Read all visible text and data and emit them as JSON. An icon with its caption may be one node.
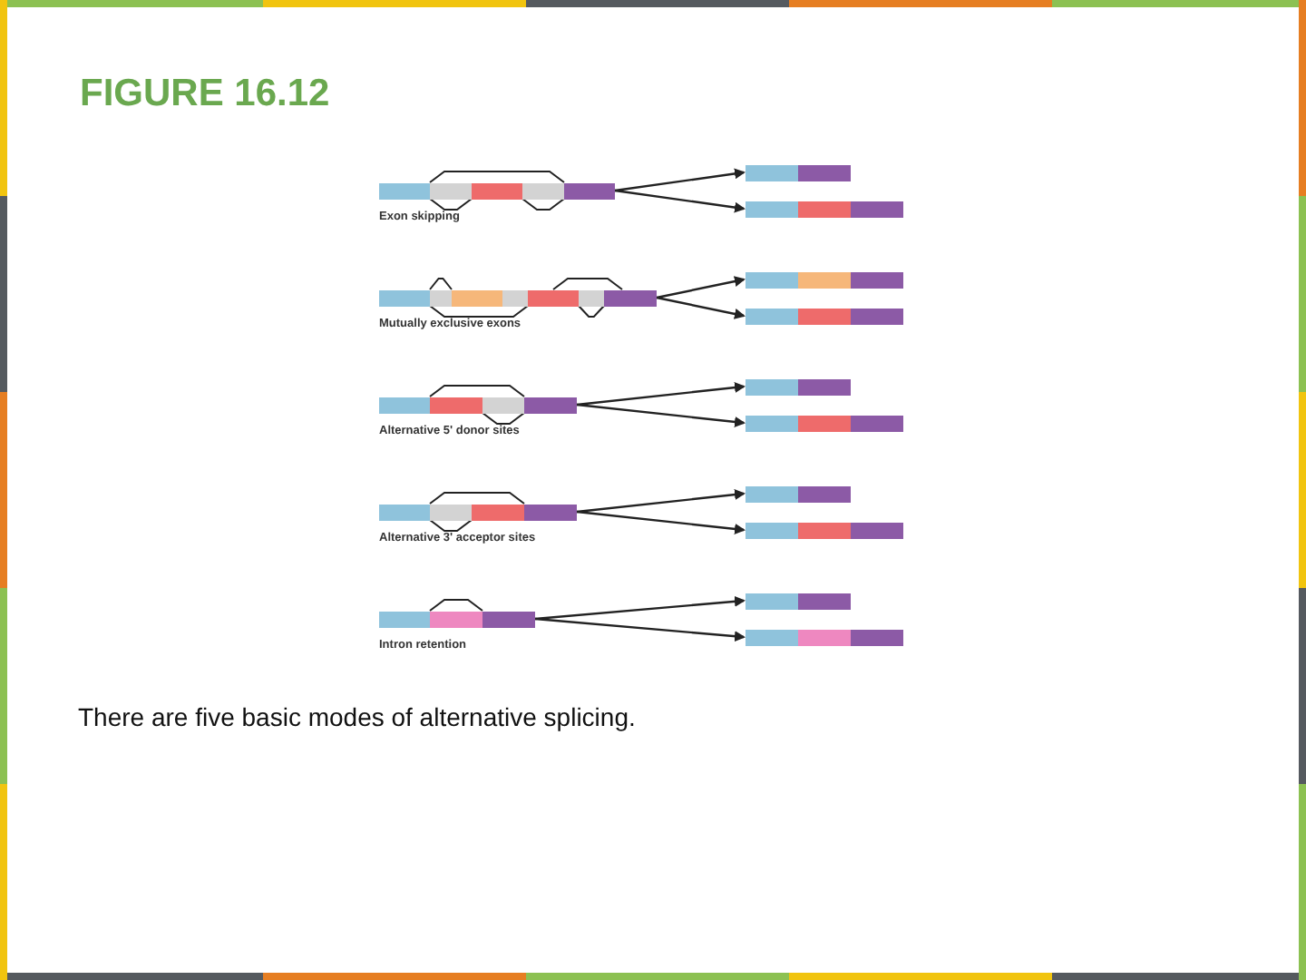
{
  "diagram": {
    "title": "FIGURE 16.12",
    "caption": "There are five basic modes of alternative splicing.",
    "nodes": [
      {
        "text": [],
        "shape": "bar",
        "beside": [
          "Exon skipping"
        ]
      },
      {
        "text": [],
        "shape": "bar"
      },
      {
        "text": [],
        "shape": "bar"
      },
      {
        "text": [],
        "shape": "bar",
        "beside": [
          "Mutually exclusive exons"
        ]
      },
      {
        "text": [],
        "shape": "bar"
      },
      {
        "text": [],
        "shape": "bar"
      },
      {
        "text": [],
        "shape": "bar",
        "beside": [
          "Alternative 5' donor sites"
        ]
      },
      {
        "text": [],
        "shape": "bar"
      },
      {
        "text": [],
        "shape": "bar"
      },
      {
        "text": [],
        "shape": "bar",
        "beside": [
          "Alternative 3' acceptor sites"
        ]
      },
      {
        "text": [],
        "shape": "bar"
      },
      {
        "text": [],
        "shape": "bar"
      },
      {
        "text": [],
        "shape": "bar",
        "beside": [
          "Intron retention"
        ]
      },
      {
        "text": [],
        "shape": "bar"
      },
      {
        "text": [],
        "shape": "bar"
      }
    ],
    "edges": [
      {
        "from": 0,
        "to": 1,
        "arrow": "to"
      },
      {
        "from": 0,
        "to": 2,
        "arrow": "to"
      },
      {
        "from": 3,
        "to": 4,
        "arrow": "to"
      },
      {
        "from": 3,
        "to": 5,
        "arrow": "to"
      },
      {
        "from": 6,
        "to": 7,
        "arrow": "to"
      },
      {
        "from": 6,
        "to": 8,
        "arrow": "to"
      },
      {
        "from": 9,
        "to": 10,
        "arrow": "to"
      },
      {
        "from": 9,
        "to": 11,
        "arrow": "to"
      },
      {
        "from": 12,
        "to": 13,
        "arrow": "to"
      },
      {
        "from": 12,
        "to": 14,
        "arrow": "to"
      }
    ]
  }
}
